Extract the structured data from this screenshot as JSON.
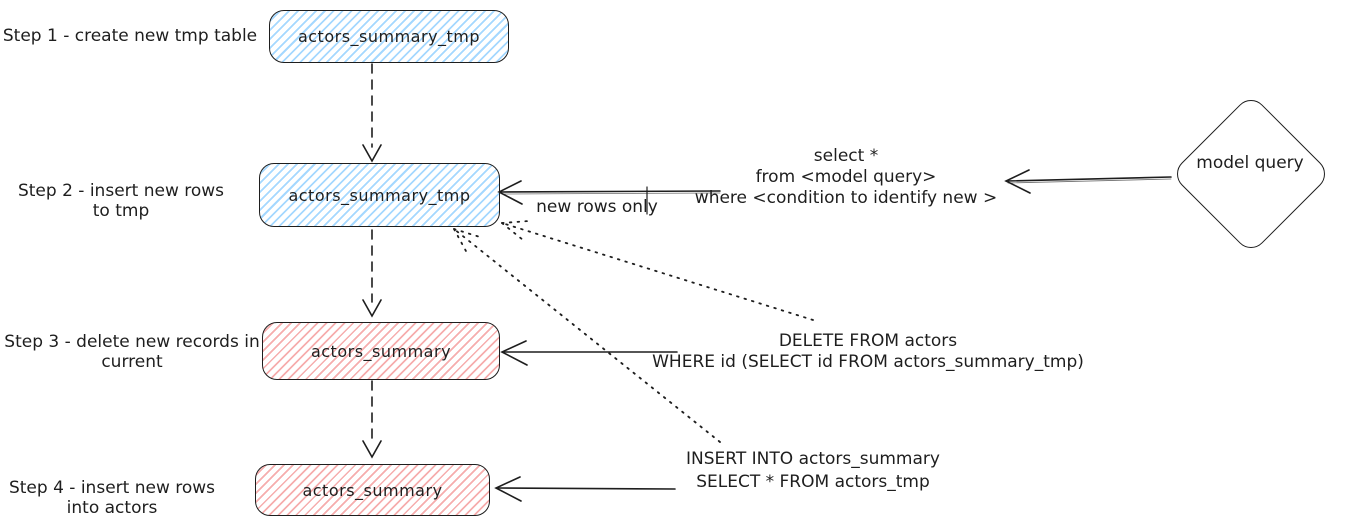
{
  "diagram": {
    "steps": [
      {
        "label": [
          "Step 1 - create new tmp table",
          ""
        ],
        "node": "actors_summary_tmp"
      },
      {
        "label": [
          "Step 2 - insert new rows",
          "to tmp"
        ],
        "node": "actors_summary_tmp"
      },
      {
        "label": [
          "Step 3 - delete new records in",
          "current"
        ],
        "node": "actors_summary"
      },
      {
        "label": [
          "Step 4 - insert new rows",
          "into actors"
        ],
        "node": "actors_summary"
      }
    ],
    "diamond_label": "model query",
    "annotations": {
      "model_query_sql": [
        "select *",
        "from <model query>",
        "where <condition to identify new >"
      ],
      "new_rows_only_label": "new rows only",
      "delete_sql": [
        "DELETE FROM actors",
        "WHERE id (SELECT id FROM actors_summary_tmp)"
      ],
      "insert_sql": [
        "INSERT INTO actors_summary",
        "SELECT * FROM actors_tmp"
      ]
    },
    "colors": {
      "stroke": "#1e1e1e",
      "tmp_table_hatch": "#a5d8ff",
      "current_table_hatch": "#f6adad",
      "background": "#ffffff"
    }
  }
}
